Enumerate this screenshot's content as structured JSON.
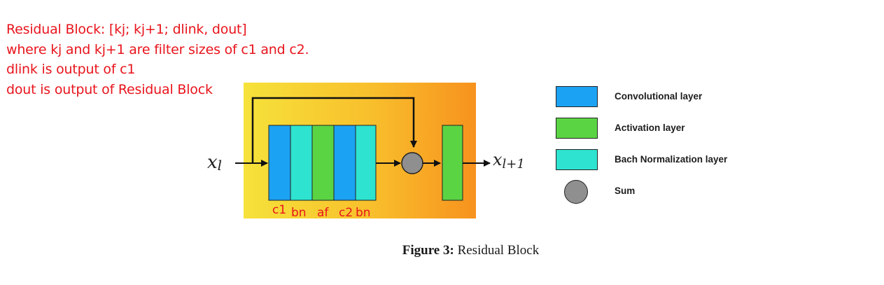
{
  "annotation": {
    "lines": [
      "Residual Block: [kj; kj+1; dlink, dout]",
      "where kj and kj+1 are filter sizes of c1 and c2.",
      "dlink is output of c1",
      "dout is output of Residual Block"
    ]
  },
  "diagram": {
    "input_label": "x",
    "input_sub": "l",
    "output_label": "x",
    "output_sub": "l+1",
    "layer_labels": [
      "c1",
      "bn",
      "af",
      "c2",
      "bn"
    ],
    "colors": {
      "conv": "#1ca2f3",
      "bn": "#2ee3cf",
      "activation": "#5bd444",
      "sum": "#8f8f8f",
      "bg_start": "#f6e23a",
      "bg_end": "#f7931e",
      "annotation": "#e8141c"
    }
  },
  "legend": [
    {
      "label": "Convolutional layer",
      "kind": "conv"
    },
    {
      "label": "Activation layer",
      "kind": "activation"
    },
    {
      "label": "Bach Normalization layer",
      "kind": "bn"
    },
    {
      "label": "Sum",
      "kind": "sum"
    }
  ],
  "caption": {
    "prefix": "Figure 3:",
    "text": "Residual Block"
  }
}
